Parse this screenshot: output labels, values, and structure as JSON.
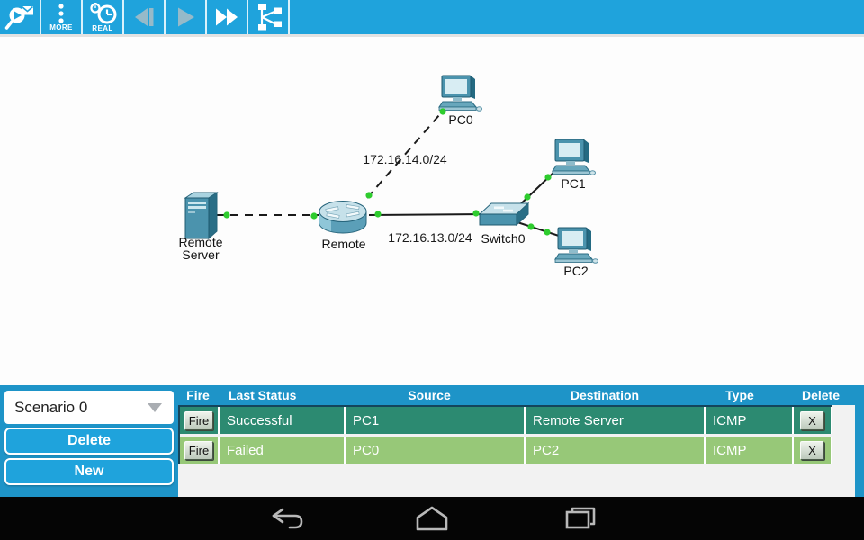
{
  "toolbar": {
    "more_label": "MORE",
    "real_label": "REAL",
    "buttons": [
      "inspect-pdu",
      "more",
      "realtime-mode",
      "step-back",
      "play",
      "fast-forward",
      "topology-view"
    ]
  },
  "topology": {
    "devices": [
      {
        "id": "pc0",
        "type": "pc",
        "label": "PC0"
      },
      {
        "id": "pc1",
        "type": "pc",
        "label": "PC1"
      },
      {
        "id": "pc2",
        "type": "pc",
        "label": "PC2"
      },
      {
        "id": "remote-server",
        "type": "server",
        "label": "Remote Server"
      },
      {
        "id": "remote",
        "type": "router",
        "label": "Remote"
      },
      {
        "id": "switch0",
        "type": "switch",
        "label": "Switch0"
      }
    ],
    "link_labels": [
      {
        "text": "172.16.14.0/24"
      },
      {
        "text": "172.16.13.0/24"
      }
    ]
  },
  "scenario": {
    "selected": "Scenario 0",
    "delete_label": "Delete",
    "new_label": "New"
  },
  "pdu_table": {
    "headers": {
      "fire": "Fire",
      "status": "Last Status",
      "source": "Source",
      "destination": "Destination",
      "type": "Type",
      "delete": "Delete"
    },
    "rows": [
      {
        "fire": "Fire",
        "status": "Successful",
        "source": "PC1",
        "destination": "Remote Server",
        "type": "ICMP",
        "delete": "X"
      },
      {
        "fire": "Fire",
        "status": "Failed",
        "source": "PC0",
        "destination": "PC2",
        "type": "ICMP",
        "delete": "X"
      }
    ]
  },
  "colors": {
    "toolbar_bg": "#1fa3dc",
    "panel_bg": "#1e94c8",
    "row_success": "#2c8a71",
    "row_fail": "#97c878",
    "link_dot": "#2ecc2e"
  }
}
